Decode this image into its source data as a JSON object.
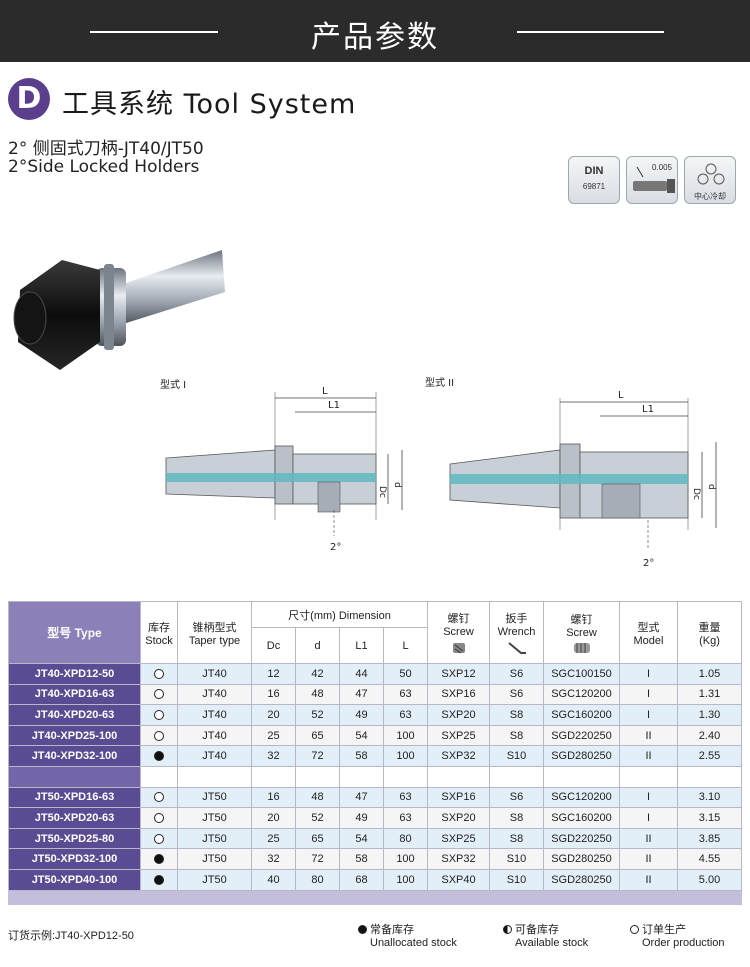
{
  "banner": {
    "title": "产品参数"
  },
  "section": {
    "badge": "D",
    "title": "工具系统 Tool System",
    "subtitle_cn": "2° 侧固式刀柄-JT40/JT50",
    "subtitle_en": "2°Side Locked Holders"
  },
  "feature_icons": [
    {
      "name": "din-icon",
      "line1": "DIN",
      "line2": "69871"
    },
    {
      "name": "runout-icon",
      "line1": "",
      "line2": "0.005"
    },
    {
      "name": "coolant-icon",
      "line1": "",
      "line2": "中心冷却"
    }
  ],
  "diagram": {
    "type1_label": "型式 I",
    "type2_label": "型式 II",
    "dim_L": "L",
    "dim_L1": "L1",
    "dim_Dc": "Dc",
    "dim_d": "d",
    "angle": "2°"
  },
  "table": {
    "headers": {
      "type": "型号 Type",
      "stock_cn": "库存",
      "stock_en": "Stock",
      "taper_cn": "锥柄型式",
      "taper_en": "Taper type",
      "dimension": "尺寸(mm) Dimension",
      "dc": "Dc",
      "d": "d",
      "l1": "L1",
      "l": "L",
      "screw_cn": "螺钉",
      "screw_en": "Screw",
      "wrench_cn": "扳手",
      "wrench_en": "Wrench",
      "screw2_cn": "螺钉",
      "screw2_en": "Screw",
      "model_cn": "型式",
      "model_en": "Model",
      "weight_cn": "重量",
      "weight_en": "(Kg)"
    },
    "rows": [
      {
        "type": "JT40-XPD12-50",
        "stock": "open",
        "taper": "JT40",
        "dc": "12",
        "d": "42",
        "l1": "44",
        "l": "50",
        "screw": "SXP12",
        "wrench": "S6",
        "screw2": "SGC100150",
        "model": "I",
        "weight": "1.05"
      },
      {
        "type": "JT40-XPD16-63",
        "stock": "open",
        "taper": "JT40",
        "dc": "16",
        "d": "48",
        "l1": "47",
        "l": "63",
        "screw": "SXP16",
        "wrench": "S6",
        "screw2": "SGC120200",
        "model": "I",
        "weight": "1.31"
      },
      {
        "type": "JT40-XPD20-63",
        "stock": "open",
        "taper": "JT40",
        "dc": "20",
        "d": "52",
        "l1": "49",
        "l": "63",
        "screw": "SXP20",
        "wrench": "S8",
        "screw2": "SGC160200",
        "model": "I",
        "weight": "1.30"
      },
      {
        "type": "JT40-XPD25-100",
        "stock": "open",
        "taper": "JT40",
        "dc": "25",
        "d": "65",
        "l1": "54",
        "l": "100",
        "screw": "SXP25",
        "wrench": "S8",
        "screw2": "SGD220250",
        "model": "II",
        "weight": "2.40"
      },
      {
        "type": "JT40-XPD32-100",
        "stock": "filled",
        "taper": "JT40",
        "dc": "32",
        "d": "72",
        "l1": "58",
        "l": "100",
        "screw": "SXP32",
        "wrench": "S10",
        "screw2": "SGD280250",
        "model": "II",
        "weight": "2.55"
      },
      {
        "type": "",
        "stock": "",
        "taper": "",
        "dc": "",
        "d": "",
        "l1": "",
        "l": "",
        "screw": "",
        "wrench": "",
        "screw2": "",
        "model": "",
        "weight": ""
      },
      {
        "type": "JT50-XPD16-63",
        "stock": "open",
        "taper": "JT50",
        "dc": "16",
        "d": "48",
        "l1": "47",
        "l": "63",
        "screw": "SXP16",
        "wrench": "S6",
        "screw2": "SGC120200",
        "model": "I",
        "weight": "3.10"
      },
      {
        "type": "JT50-XPD20-63",
        "stock": "open",
        "taper": "JT50",
        "dc": "20",
        "d": "52",
        "l1": "49",
        "l": "63",
        "screw": "SXP20",
        "wrench": "S8",
        "screw2": "SGC160200",
        "model": "I",
        "weight": "3.15"
      },
      {
        "type": "JT50-XPD25-80",
        "stock": "open",
        "taper": "JT50",
        "dc": "25",
        "d": "65",
        "l1": "54",
        "l": "80",
        "screw": "SXP25",
        "wrench": "S8",
        "screw2": "SGD220250",
        "model": "II",
        "weight": "3.85"
      },
      {
        "type": "JT50-XPD32-100",
        "stock": "filled",
        "taper": "JT50",
        "dc": "32",
        "d": "72",
        "l1": "58",
        "l": "100",
        "screw": "SXP32",
        "wrench": "S10",
        "screw2": "SGD280250",
        "model": "II",
        "weight": "4.55"
      },
      {
        "type": "JT50-XPD40-100",
        "stock": "filled",
        "taper": "JT50",
        "dc": "40",
        "d": "80",
        "l1": "68",
        "l": "100",
        "screw": "SXP40",
        "wrench": "S10",
        "screw2": "SGD280250",
        "model": "II",
        "weight": "5.00"
      }
    ]
  },
  "footer": {
    "example": "订货示例:JT40-XPD12-50",
    "legend": [
      {
        "symbol": "full",
        "cn": "常备库存",
        "en": "Unallocated stock"
      },
      {
        "symbol": "half",
        "cn": "可备库存",
        "en": "Available stock"
      },
      {
        "symbol": "none",
        "cn": "订单生产",
        "en": "Order production"
      }
    ]
  }
}
